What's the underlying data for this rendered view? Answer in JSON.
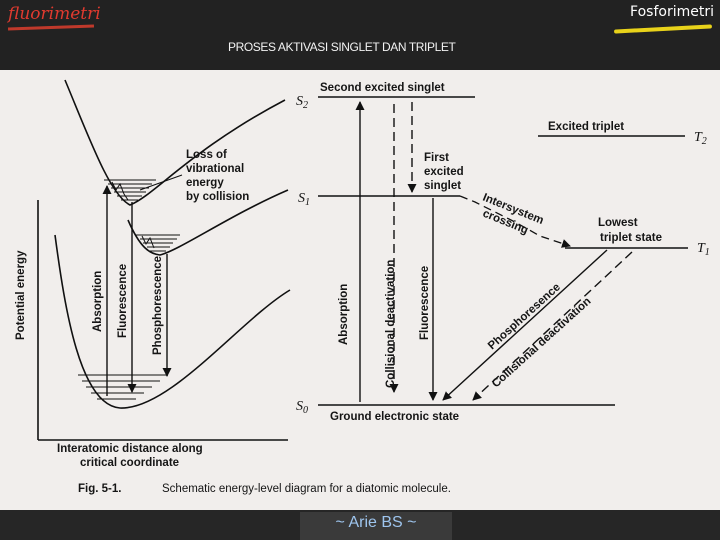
{
  "header": {
    "left_title": "fluorimetri",
    "right_title": "Fosforimetri",
    "slide_title": "PROSES AKTIVASI SINGLET DAN TRIPLET"
  },
  "figure": {
    "left": {
      "y_axis_label": "Potential energy",
      "x_axis_label_line1": "Interatomic distance along",
      "x_axis_label_line2": "critical coordinate",
      "annotation_line1": "Loss of",
      "annotation_line2": "vibrational",
      "annotation_line3": "energy",
      "annotation_line4": "by collision",
      "arrow_absorption": "Absorption",
      "arrow_fluorescence": "Fluorescence",
      "arrow_phosphorescence": "Phosphorescence"
    },
    "right": {
      "s2_symbol": "S",
      "s2_sub": "2",
      "s2_label": "Second excited singlet",
      "s1_symbol": "S",
      "s1_sub": "1",
      "s1_label_line1": "First",
      "s1_label_line2": "excited",
      "s1_label_line3": "singlet",
      "s0_symbol": "S",
      "s0_sub": "0",
      "s0_label": "Ground electronic state",
      "t2_symbol": "T",
      "t2_sub": "2",
      "t2_label": "Excited triplet",
      "t1_symbol": "T",
      "t1_sub": "1",
      "t1_label_line1": "Lowest",
      "t1_label_line2": "triplet state",
      "isc_label_line1": "Intersystem",
      "isc_label_line2": "crossing",
      "arrow_absorption": "Absorption",
      "arrow_collisional": "Collisional deactivation",
      "arrow_fluorescence": "Fluorescence",
      "arrow_phosphorescence": "Phosphoresence",
      "arrow_collisional_triplet": "Collisional deactivation"
    },
    "caption_number": "Fig. 5-1.",
    "caption_text": "Schematic energy-level diagram for a diatomic molecule."
  },
  "footer": {
    "author": "~ Arie BS ~"
  }
}
